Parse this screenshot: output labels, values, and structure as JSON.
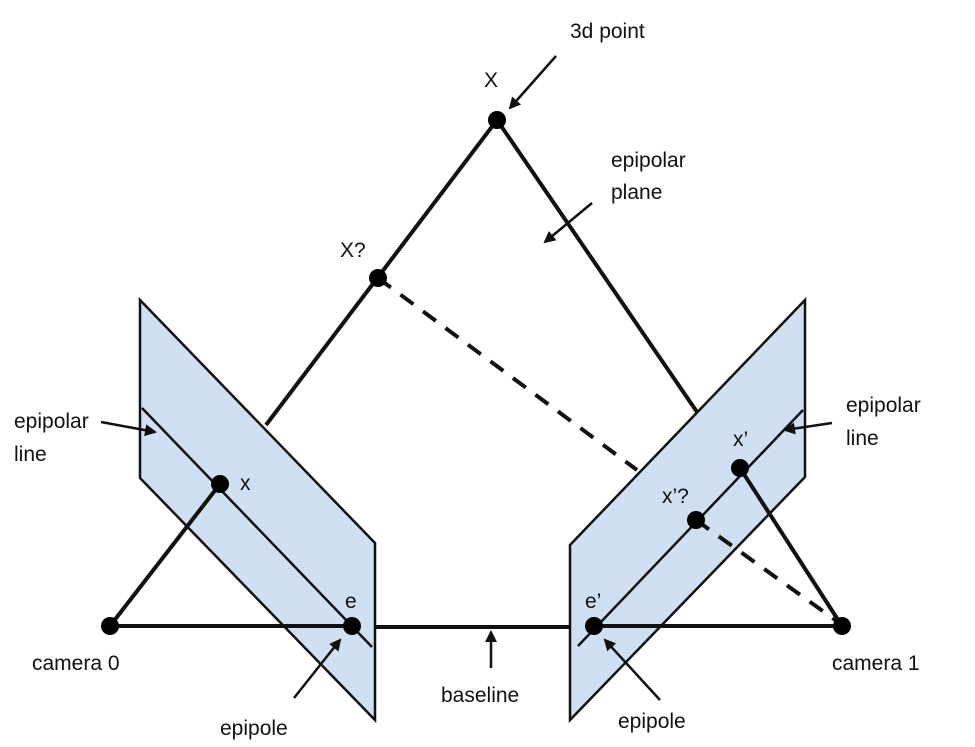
{
  "colors": {
    "plane_fill": "#cfe0f3",
    "line": "#111111",
    "background": "#ffffff"
  },
  "labels": {
    "point_3d": "3d point",
    "X": "X",
    "X_question": "X?",
    "epipolar_plane_line1": "epipolar",
    "epipolar_plane_line2": "plane",
    "left_epipolar_line1": "epipolar",
    "left_epipolar_line2": "line",
    "right_epipolar_line1": "epipolar",
    "right_epipolar_line2": "line",
    "x": "x",
    "x_prime": "x’",
    "x_prime_question": "x’?",
    "e": "e",
    "e_prime": "e’",
    "camera0": "camera 0",
    "camera1": "camera 1",
    "baseline": "baseline",
    "left_epipole": "epipole",
    "right_epipole": "epipole"
  }
}
